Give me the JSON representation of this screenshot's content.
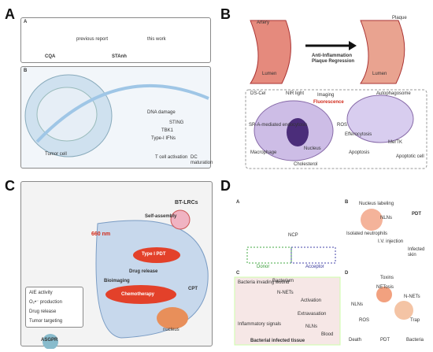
{
  "panels": {
    "a": {
      "letter": "A",
      "sub_a": "A",
      "sub_b": "B",
      "mol1": "CQA",
      "mol2": "STAnh",
      "arrow1": "previous report",
      "arrow2": "this work",
      "labels": [
        "Tumor cell",
        "T cell activation",
        "DC maturation",
        "Type-I IFNs",
        "STING",
        "TBK1",
        "DNA damage"
      ]
    },
    "b": {
      "letter": "B",
      "artery": "Artery",
      "lumen1": "Lumen",
      "lumen2": "Lumen",
      "plaque": "Plaque",
      "arrow": "Anti-Inflammation\nPlaque Regression",
      "labels": [
        "DS-Cel",
        "NIR light",
        "Imaging",
        "Fluorescence",
        "Autophagosome",
        "SR-A-mediated endocytosis",
        "ROS",
        "Efferocytosis",
        "Macrophage",
        "Nucleus",
        "Apoptosis",
        "Apoptotic cell",
        "Cholesterol",
        "MerTK"
      ]
    },
    "c": {
      "letter": "C",
      "nm": "660 nm",
      "brand": "BT-LRCs",
      "assembly": "Self-assembly",
      "pdt": "Type I PDT",
      "drug": "Drug release",
      "chemo": "Chemotherapy",
      "bio": "Bioimaging",
      "cpt": "CPT",
      "nucleus": "nucleus",
      "asgpr": "ASGPR",
      "features": [
        "AIE activity",
        "O₂•⁻ production",
        "Drug release",
        "Tumor targeting"
      ]
    },
    "d": {
      "letter": "D",
      "sub_a": "A",
      "sub_b": "B",
      "sub_c": "C",
      "sub_d": "D",
      "ncp": "NCP",
      "donor": "Donor",
      "acceptor": "Acceptor",
      "labels_b": [
        "Nucleus labeling",
        "NLNs",
        "Isolated neutrophils",
        "I.V. injection",
        "PDT",
        "Infected skin"
      ],
      "labels_c": [
        "Bacterium",
        "Bacteria invading wound",
        "N-NETs",
        "Activation",
        "Extravasation",
        "NLNs",
        "Inflammatory signals",
        "Blood",
        "Bacterial infected tissue"
      ],
      "labels_d": [
        "Toxins",
        "NETosis",
        "NLNs",
        "N-NETs",
        "Trap",
        "ROS",
        "Death",
        "PDT",
        "Bacteria"
      ]
    }
  }
}
